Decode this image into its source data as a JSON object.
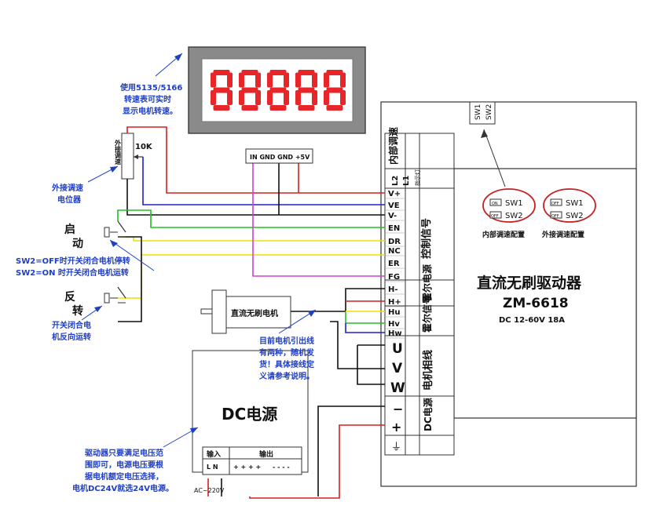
{
  "display": {
    "digits": "88888"
  },
  "notes": {
    "meter_line1": "使用5135/5166",
    "meter_line2": "转速表可实时",
    "meter_line3": "显示电机转速。",
    "pot_line1": "外接调速",
    "pot_line2": "电位器",
    "sw2_off": "SW2=OFF时开关闭合电机停转",
    "sw2_on": "SW2=ON 时开关闭合电机运转",
    "rev_line1": "开关闭合电",
    "rev_line2": "机反向运转",
    "wire_line1": "目前电机引出线",
    "wire_line2": "有两种，随机发",
    "wire_line3": "货！具体接线定",
    "wire_line4": "义请参考说明。",
    "psu_line1": "驱动器只要满足电压范",
    "psu_line2": "围即可，电源电压要根",
    "psu_line3": "据电机额定电压选择，",
    "psu_line4": "电机DC24V就选24V电源。"
  },
  "pot": {
    "label": "外接调速",
    "value": "10K"
  },
  "switches": {
    "start_1": "启",
    "start_2": "动",
    "rev_1": "反",
    "rev_2": "转"
  },
  "connector": {
    "pins": "IN GND GND +5V"
  },
  "motor": {
    "label": "直流无刷电机"
  },
  "psu": {
    "title": "DC电源",
    "input_label": "输入",
    "output_label": "输出",
    "ln": "L N",
    "plus": "+ + + +",
    "minus": "- - - -",
    "ac": "AC~220V"
  },
  "driver": {
    "title": "直流无刷驱动器",
    "model": "ZM-6618",
    "spec": "DC 12-60V 18A",
    "sw_header_1": "SW1",
    "sw_header_2": "SW2",
    "internal_label": "内部调速配置",
    "external_label": "外接调速配置",
    "sw1": "SW1",
    "sw2": "SW2",
    "on": "ON",
    "off": "OFF"
  },
  "terminals": {
    "internal_speed": "内部调速",
    "l2": "L2",
    "l1": "L1",
    "indicator": "指示灯",
    "control_group": "控制信号",
    "hall_power": "霍尔电源",
    "hall_signal": "霍尔信号",
    "motor_phase": "电机相线",
    "dc_power": "DC电源",
    "ground": "⏚",
    "pins": [
      "V+",
      "VE",
      "V-",
      "EN",
      "DR",
      "NC",
      "ER",
      "FG",
      "H-",
      "H+",
      "Hu",
      "Hv",
      "Hw"
    ],
    "u": "U",
    "v": "V",
    "w": "W",
    "minus": "−",
    "plus": "+"
  },
  "colors": {
    "red": "#d42020",
    "blue": "#2020c8",
    "black": "#111111",
    "green": "#20c020",
    "yellow": "#f0e000",
    "magenta": "#d040d0",
    "annot": "#1f3fc4"
  }
}
